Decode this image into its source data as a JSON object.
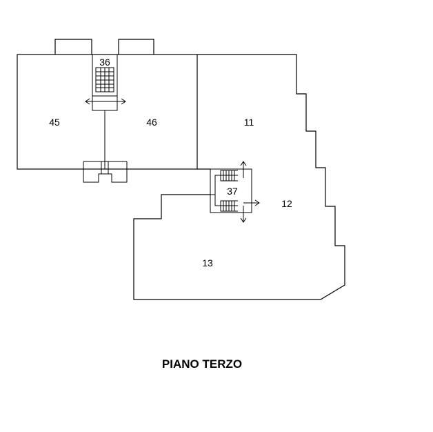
{
  "plan": {
    "title": "PIANO TERZO",
    "rooms": {
      "r45": "45",
      "r46": "46",
      "r11": "11",
      "r12": "12",
      "r13": "13",
      "r36": "36",
      "r37": "37"
    }
  }
}
